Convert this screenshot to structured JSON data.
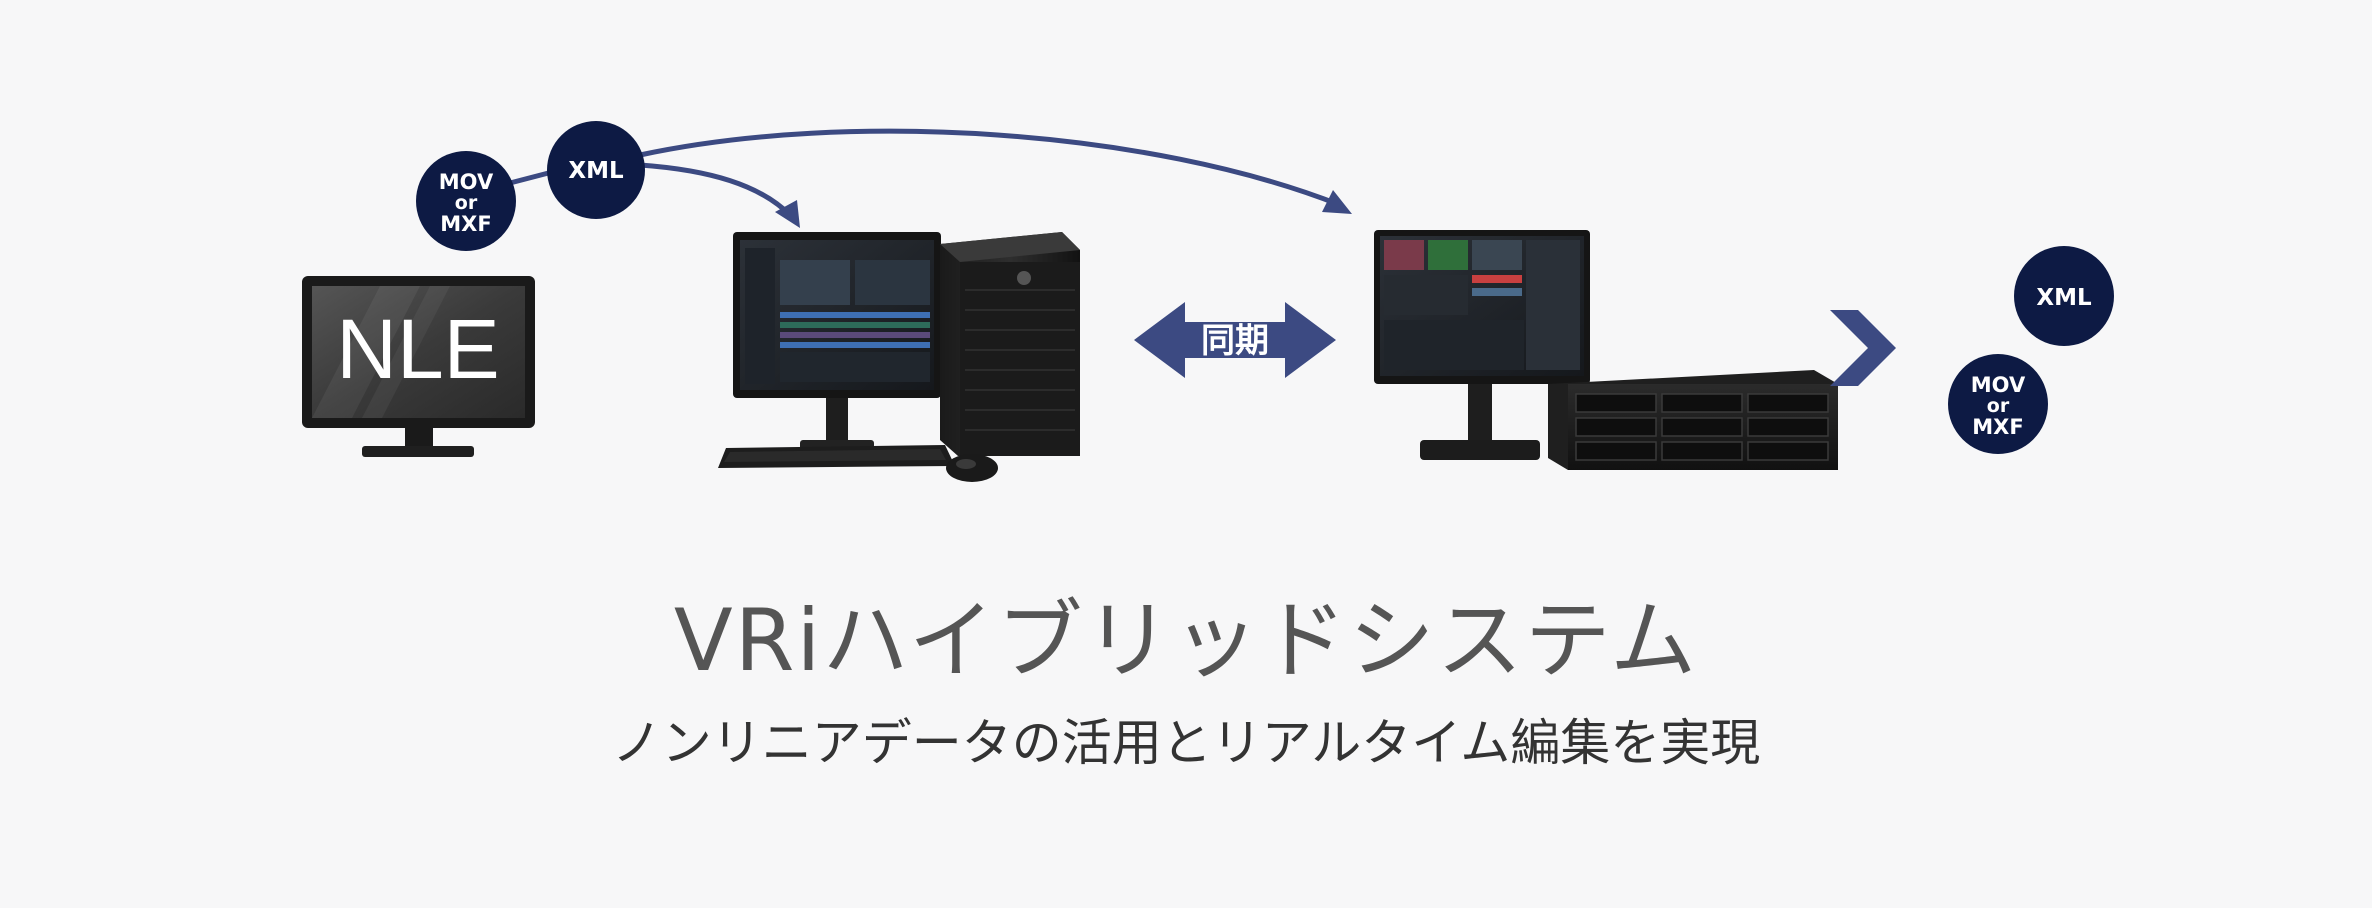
{
  "diagram": {
    "nle_label": "NLE",
    "badges": {
      "mov_mxf_left": [
        "MOV",
        "or",
        "MXF"
      ],
      "xml_left": "XML",
      "xml_right": "XML",
      "mov_mxf_right": [
        "MOV",
        "or",
        "MXF"
      ]
    },
    "sync_label": "同期"
  },
  "title": "VRiハイブリッドシステム",
  "subtitle": "ノンリニアデータの活用とリアルタイム編集を実現",
  "colors": {
    "navy": "#0d1a44",
    "arrow": "#3c4a82",
    "background": "#f7f7f8"
  }
}
